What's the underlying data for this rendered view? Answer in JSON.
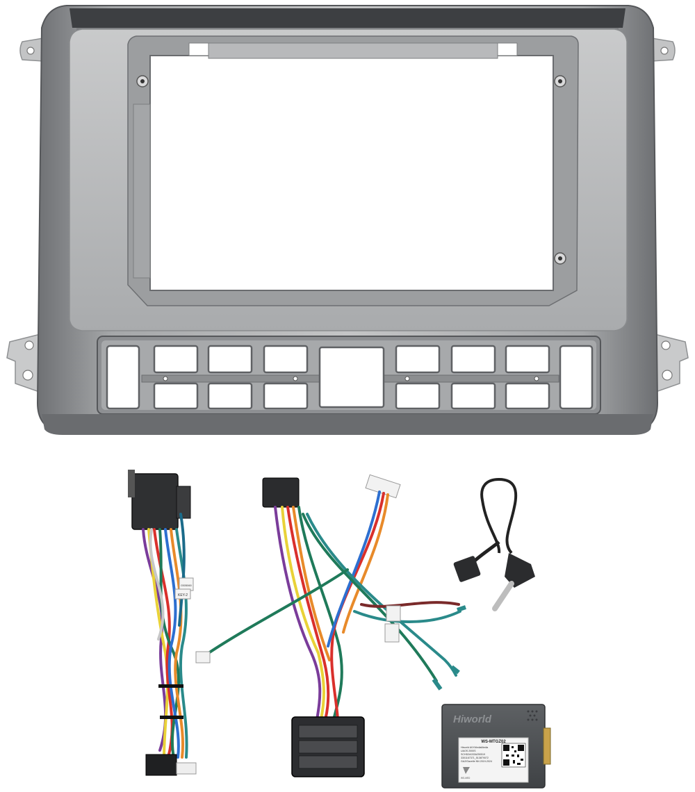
{
  "product": {
    "frame": {
      "name": "dash-trim-frame"
    },
    "harnesses": {
      "count": 2
    },
    "antenna_adapter": {
      "name": "antenna-adapter"
    },
    "canbus_box": {
      "brand": "Hiworld",
      "model": "WS-MTGZ02",
      "line1": "Hiworld AVXMediaMedia",
      "line2": "UAOS 2000S",
      "line3": "SCHD2A033A250519",
      "line4": "3301167371_5136T9072",
      "line5": "GAZ/Gazelle NN 2019-2024",
      "footer": "WS-MED"
    },
    "harness_tags": {
      "tag1": "0305060",
      "tag2": "KEY-2"
    }
  },
  "colors": {
    "frame_light": "#b9babb",
    "frame_dark": "#5d5f62",
    "box": "#4f5255",
    "connector": "#2b2c2e"
  }
}
